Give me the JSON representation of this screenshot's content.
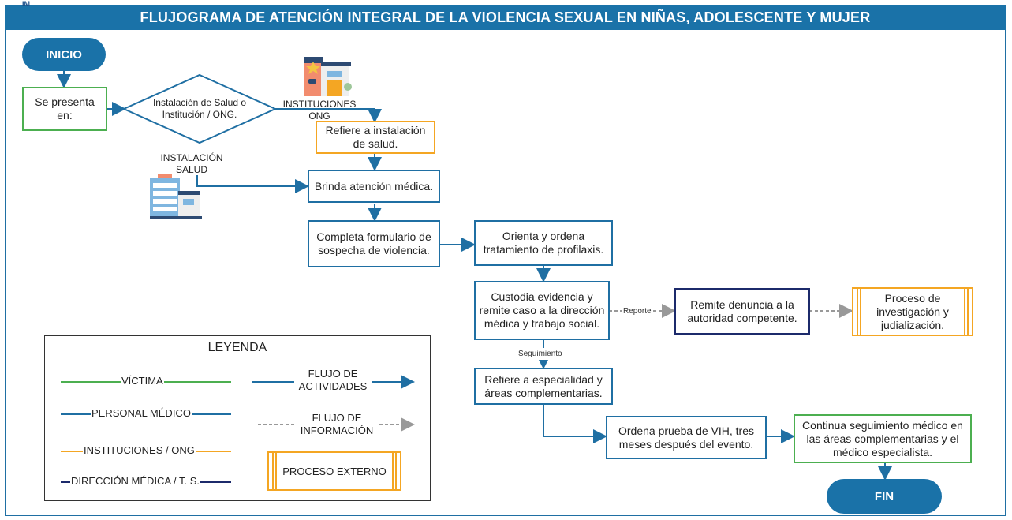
{
  "header": {
    "title": "FLUJOGRAMA DE ATENCIÓN INTEGRAL DE LA VIOLENCIA SEXUAL EN NIÑAS, ADOLESCENTE Y MUJER",
    "logo_text": "IM"
  },
  "nodes": {
    "inicio": "INICIO",
    "se_presenta": "Se presenta en:",
    "decision": "Instalación de Salud o Institución / ONG.",
    "refiere_instalacion": "Refiere a instalación de salud.",
    "brinda_atencion": "Brinda atención médica.",
    "completa_formulario": "Completa formulario de sospecha de violencia.",
    "orienta_ordena": "Orienta y ordena tratamiento de profilaxis.",
    "custodia": "Custodia evidencia y remite caso a la dirección médica y trabajo social.",
    "remite_denuncia": "Remite denuncia a la autoridad competente.",
    "proceso_investigacion": "Proceso de investigación y judialización.",
    "refiere_especialidad": "Refiere a especialidad y áreas complementarias.",
    "ordena_vih": "Ordena prueba de VIH, tres meses después del evento.",
    "continua_seguimiento": "Continua seguimiento médico en las áreas complementarias y el médico especialista.",
    "fin": "FIN"
  },
  "edge_labels": {
    "instituciones_ong": "INSTITUCIONES ONG",
    "instalacion_salud": "INSTALACIÓN SALUD",
    "reporte": "Reporte",
    "seguimiento": "Seguimiento"
  },
  "icons": {
    "ong_building": "building-with-star-icon",
    "health_building": "hospital-building-icon"
  },
  "legend": {
    "title": "LEYENDA",
    "victima": "VÍCTIMA",
    "personal_medico": "PERSONAL MÉDICO",
    "instituciones_ong": "INSTITUCIONES / ONG",
    "direccion_medica": "DIRECCIÓN MÉDICA / T. S.",
    "flujo_actividades": "FLUJO DE ACTIVIDADES",
    "flujo_informacion": "FLUJO DE INFORMACIÓN",
    "proceso_externo": "PROCESO EXTERNO"
  },
  "colors": {
    "header": "#1a72a8",
    "victima": "#4caf50",
    "personal_medico": "#1f6fa3",
    "instituciones": "#f4a623",
    "direccion": "#1c2a6b",
    "info_flow": "#999999"
  }
}
